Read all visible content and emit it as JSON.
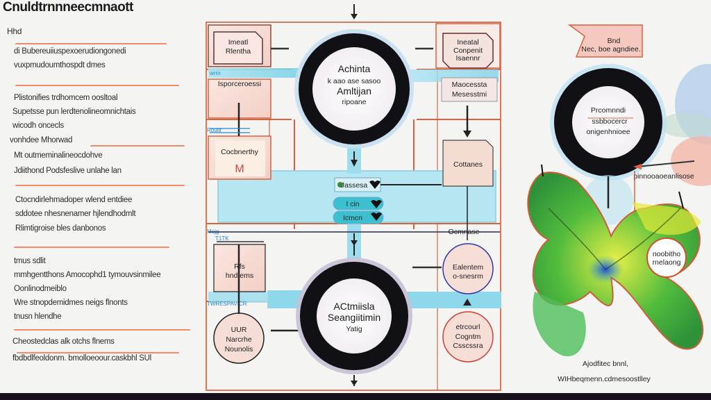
{
  "title": "Cnuldtrnnneecmnaott",
  "left_panel": {
    "heading": "Hhd",
    "blocks": [
      {
        "lines": [
          "di Bubereuiiuspexoerudiongonedi",
          "vuxpmudoumthospdt dmes"
        ]
      },
      {
        "lines": [
          "Plistonifies trdhomcem oosltoal",
          "Supetsse pun lerdtenolineomnichtais",
          "wicodh oncecls",
          "vonhdee Mhorwad"
        ]
      },
      {
        "lines": [
          "Mt outmeminalineocdohve",
          "Jdiithond Podsfeslive unlahe lan"
        ]
      },
      {
        "lines": [
          "Ctocndirlehmadoper wlend entdiee",
          "sddotee nhesnenamer hjlendhodmlt",
          "Rlimtigroise bles danbonos"
        ]
      },
      {
        "lines": [
          "tmus sdlit",
          "mmhgentthons Amocophd1 tymouvsinmilee",
          "Oonlinodmeiblo",
          "Wre stnopdemidmes neigs flnonts",
          "tnusn hlendhe"
        ]
      },
      {
        "lines": [
          "Cheostedclas alk otchs flnems",
          "fbdbdlfeoldonm. bmolloeoour.caskbhl SUl"
        ]
      }
    ]
  },
  "center": {
    "top_circle": {
      "lines": [
        "Achinta",
        "k aao ase sasoo",
        "Amltijan",
        "ripoane"
      ]
    },
    "bottom_circle": {
      "lines": [
        "ACtmiisla",
        "Seangiitimin",
        "Yatig"
      ]
    },
    "left_boxes": [
      {
        "lines": [
          "Imeatl",
          "Rlentha"
        ]
      },
      {
        "lines": [
          "Isporceroessi"
        ]
      },
      {
        "lines": [
          "Cocbnerthy"
        ],
        "glyph": "M"
      },
      {
        "lines": [
          "Rfs",
          "hndtems"
        ]
      }
    ],
    "left_labels": [
      "wrrn",
      "Roultr",
      "Mojg",
      "T1TK",
      "TWRESPAVICR"
    ],
    "left_circle": {
      "lines": [
        "UUR",
        "Narcrhe",
        "Nounolis"
      ]
    },
    "right_boxes": [
      {
        "lines": [
          "Ineatal",
          "Conpenit",
          "Isaennr"
        ]
      },
      {
        "lines": [
          "Maocessta",
          "Mesesstmi"
        ]
      },
      {
        "lines": [
          "Cottanes"
        ]
      }
    ],
    "right_label": "Ocmnase",
    "right_circles": [
      {
        "lines": [
          "Ealentem",
          "o-snesrm"
        ]
      },
      {
        "lines": [
          "etrcourl",
          "Cogntm",
          "Csscssra"
        ]
      }
    ],
    "stack": [
      {
        "label": "Jassesa",
        "icon": "leaf"
      },
      {
        "label": "I cin",
        "icon": "heart"
      },
      {
        "label": "Icmcn",
        "icon": "heart"
      }
    ]
  },
  "right": {
    "note_box": {
      "lines": [
        "Bnd",
        "Nec, boe agndiee."
      ]
    },
    "circle": {
      "lines": [
        "Prcomnndi",
        "ssbbocercr",
        "onigenhnioee"
      ]
    },
    "callout_label": "pinnooaoeanlisose",
    "bubble": {
      "lines": [
        "noobitho",
        "rnelaong"
      ]
    },
    "caption": {
      "lines": [
        "Ajodfitec bnnl,",
        "WIHbeqmenn.cdmesoostlley"
      ]
    }
  },
  "colors": {
    "accent_orange": "#e2603a",
    "rule_salmon": "#f08a6a",
    "cyan": "#8fd8ec",
    "ring_black": "#111014",
    "panel_pink": "#f7dcd4",
    "leaf_green": "#3cae2a",
    "leaf_yellow": "#d9e62a",
    "blue_core": "#2060d0"
  }
}
